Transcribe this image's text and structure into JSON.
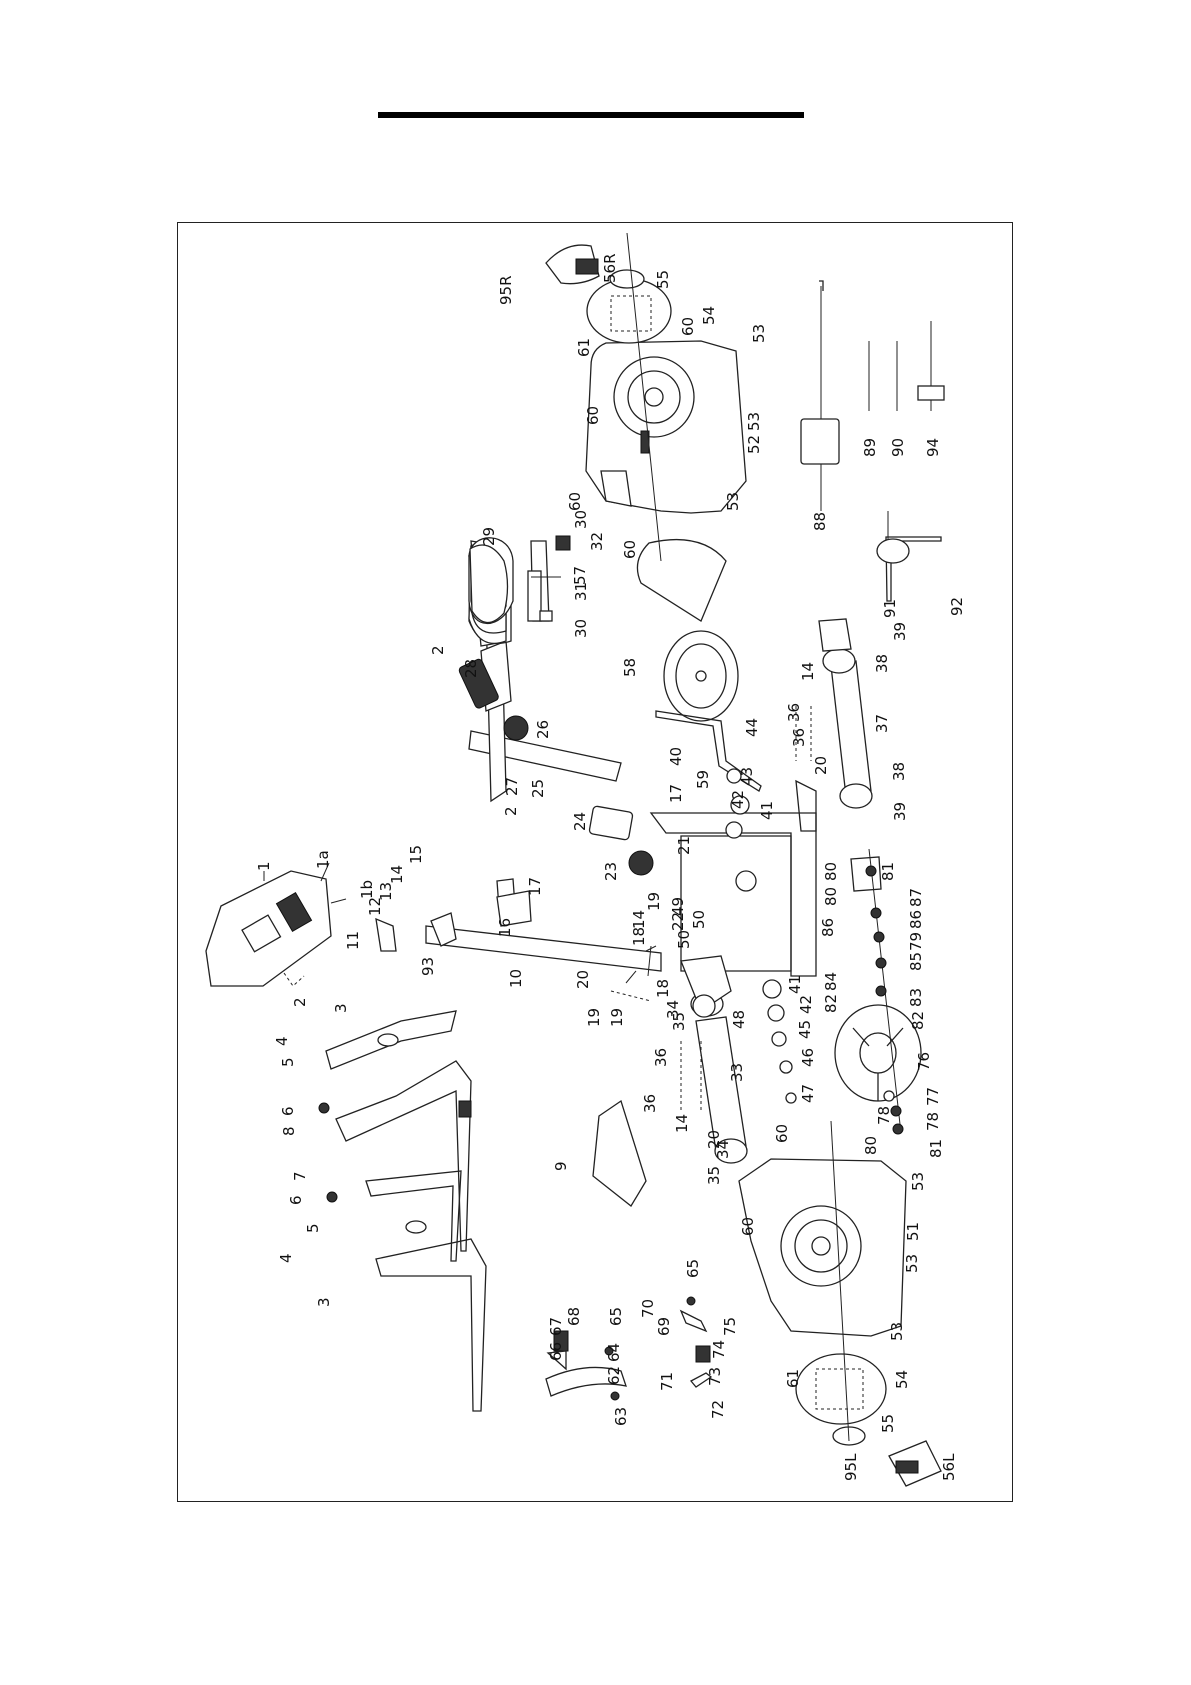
{
  "page": {
    "title_rule": ""
  },
  "diagram": {
    "labels": {
      "l1": "1",
      "l1a": "1a",
      "l1b": "1b",
      "l2a": "2",
      "l2b": "2",
      "l2c": "2",
      "l3a": "3",
      "l3b": "3",
      "l4a": "4",
      "l4b": "4",
      "l5a": "5",
      "l5b": "5",
      "l6a": "6",
      "l6b": "6",
      "l7": "7",
      "l8": "8",
      "l9": "9",
      "l10": "10",
      "l11": "11",
      "l12": "12",
      "l13": "13",
      "l14a": "14",
      "l14b": "14",
      "l14c": "14",
      "l14d": "14",
      "l15": "15",
      "l16": "16",
      "l17a": "17",
      "l17b": "17",
      "l18a": "18",
      "l18b": "18",
      "l19a": "19",
      "l19b": "19",
      "l19c": "19",
      "l20a": "20",
      "l20b": "20",
      "l20c": "20",
      "l21": "21",
      "l22": "22",
      "l23": "23",
      "l24": "24",
      "l25": "25",
      "l26": "26",
      "l27": "27",
      "l28": "28",
      "l29": "29",
      "l30a": "30",
      "l30b": "30",
      "l31": "31",
      "l32": "32",
      "l33": "33",
      "l34a": "34",
      "l34b": "34",
      "l35a": "35",
      "l35b": "35",
      "l36a": "36",
      "l36b": "36",
      "l36c": "36",
      "l36d": "36",
      "l37": "37",
      "l38a": "38",
      "l38b": "38",
      "l39a": "39",
      "l39b": "39",
      "l40": "40",
      "l41a": "41",
      "l41b": "41",
      "l42a": "42",
      "l42b": "42",
      "l43": "43",
      "l44": "44",
      "l45": "45",
      "l46": "46",
      "l47": "47",
      "l48": "48",
      "l49": "49",
      "l50a": "50",
      "l50b": "50",
      "l51": "51",
      "l52": "52",
      "l53a": "53",
      "l53b": "53",
      "l53c": "53",
      "l53d": "53",
      "l53e": "53",
      "l53f": "53",
      "l54a": "54",
      "l54b": "54",
      "l55a": "55",
      "l55b": "55",
      "l56R": "56R",
      "l56L": "56L",
      "l57": "57",
      "l58": "58",
      "l59": "59",
      "l60a": "60",
      "l60b": "60",
      "l60c": "60",
      "l60d": "60",
      "l60e": "60",
      "l60f": "60",
      "l61a": "61",
      "l61b": "61",
      "l62": "62",
      "l63": "63",
      "l64": "64",
      "l65a": "65",
      "l65b": "65",
      "l66": "66",
      "l67": "67",
      "l68": "68",
      "l69": "69",
      "l70": "70",
      "l71": "71",
      "l72": "72",
      "l73": "73",
      "l74": "74",
      "l75": "75",
      "l76": "76",
      "l77": "77",
      "l78a": "78",
      "l78b": "78",
      "l79": "79",
      "l80a": "80",
      "l80b": "80",
      "l80c": "80",
      "l81a": "81",
      "l81b": "81",
      "l82a": "82",
      "l82b": "82",
      "l83": "83",
      "l84": "84",
      "l85": "85",
      "l86a": "86",
      "l86b": "86",
      "l87": "87",
      "l88": "88",
      "l89": "89",
      "l90": "90",
      "l91": "91",
      "l92": "92",
      "l93": "93",
      "l94": "94",
      "l95R": "95R",
      "l95L": "95L"
    }
  }
}
